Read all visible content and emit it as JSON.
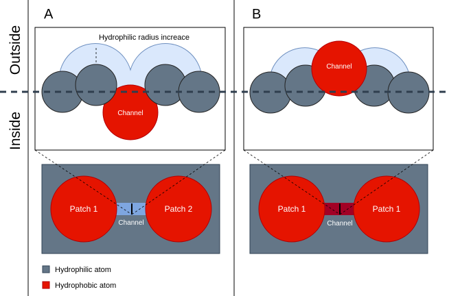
{
  "side_labels": {
    "outside": "Outside",
    "inside": "Inside"
  },
  "panel_a": {
    "letter": "A",
    "annotation": "Hydrophilic radius increace",
    "channel_label": "Channel",
    "bottom": {
      "patch_left": "Patch 1",
      "patch_right": "Patch 2",
      "channel_label": "Channel"
    }
  },
  "panel_b": {
    "letter": "B",
    "channel_label": "Channel",
    "bottom": {
      "patch_left": "Patch 1",
      "patch_right": "Patch 1",
      "channel_label": "Channel"
    }
  },
  "legend": [
    {
      "label": "Hydrophilic atom",
      "color": "#647687"
    },
    {
      "label": "Hydrophobic atom",
      "color": "#e51400"
    }
  ],
  "colors": {
    "hydrophilic": "#647687",
    "hydrophobic": "#e51400",
    "shell": "#dae8fc",
    "shell_stroke": "#6c8ebf",
    "channel_hydrophilic": "#7ea6e0",
    "channel_hydrophobic": "#a20025"
  }
}
